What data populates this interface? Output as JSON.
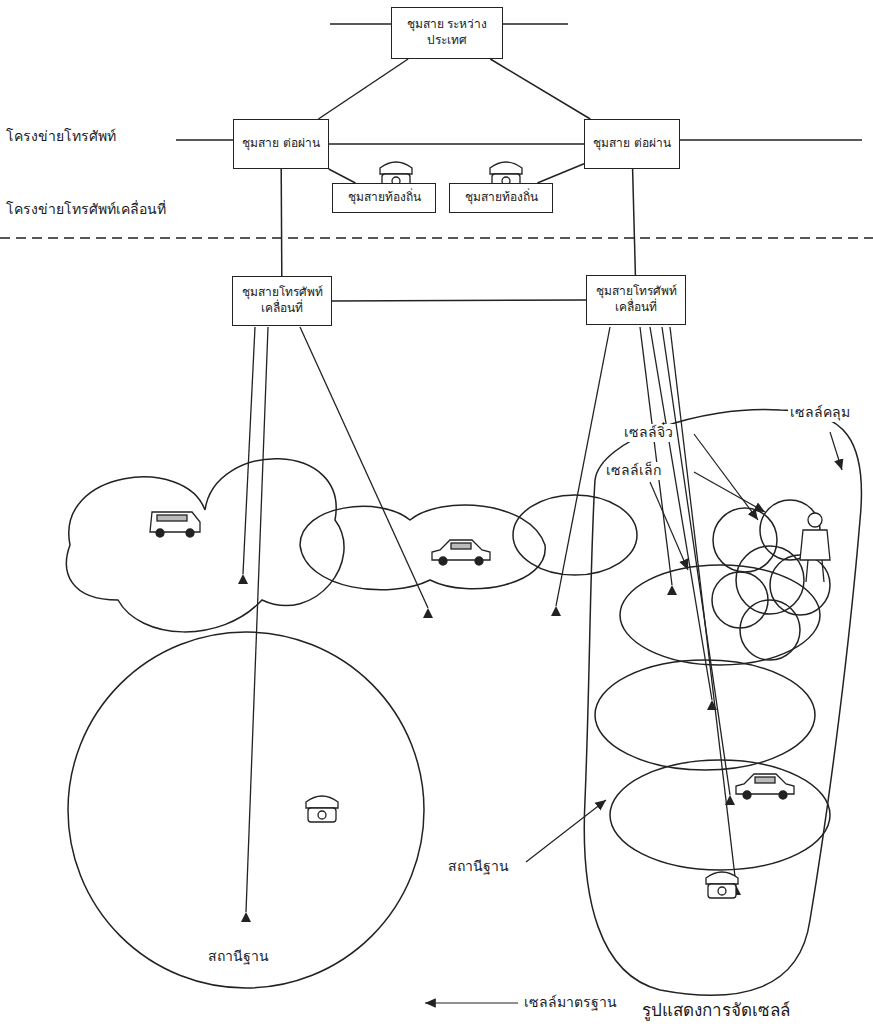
{
  "diagram": {
    "caption": "รูปแสดงการจัดเซลล์",
    "nodes": [
      {
        "text": [
          "ชุมสาย ระหว่างประเทศ"
        ]
      },
      {
        "text": [
          "ชุมสาย ต่อผ่าน"
        ]
      },
      {
        "text": [
          "ชุมสาย ต่อผ่าน"
        ]
      },
      {
        "text": [
          "ชุมสายท้องถิ่น"
        ]
      },
      {
        "text": [
          "ชุมสายท้องถิ่น"
        ]
      },
      {
        "text": [
          "ชุมสายโทรศัพท์ เคลื่อนที่"
        ]
      },
      {
        "text": [
          "ชุมสายโทรศัพท์ เคลื่อนที่"
        ]
      }
    ],
    "edges": [
      {
        "from": 0,
        "to": 1,
        "arrow": "none"
      },
      {
        "from": 0,
        "to": 2,
        "arrow": "none"
      },
      {
        "from": 1,
        "to": 2,
        "arrow": "none"
      },
      {
        "from": 1,
        "to": 3,
        "arrow": "none"
      },
      {
        "from": 2,
        "to": 4,
        "arrow": "none"
      },
      {
        "from": 1,
        "to": 5,
        "arrow": "none"
      },
      {
        "from": 2,
        "to": 6,
        "arrow": "none"
      },
      {
        "from": 5,
        "to": 6,
        "arrow": "none"
      }
    ],
    "labels": [
      "โครงข่ายโทรศัพท์",
      "โครงข่ายโทรศัพท์เคลื่อนที่",
      "เซลล์จิ๋ว",
      "เซลล์เล็ก",
      "เซลล์คลุม",
      "สถานีฐาน",
      "สถานีฐาน",
      "เซลล์มาตรฐาน"
    ]
  }
}
